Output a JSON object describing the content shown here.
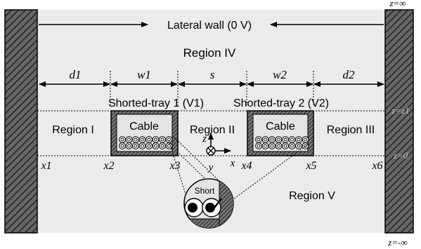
{
  "diagram": {
    "lateral_wall_label": "Lateral wall (0 V)",
    "region_i": "Region I",
    "region_ii": "Region II",
    "region_iii": "Region III",
    "region_iv": "Region IV",
    "region_v": "Region V",
    "tray1_label": "Shorted-tray 1 (V1)",
    "tray2_label": "Shorted-tray 2 (V2)",
    "cable1_label": "Cable",
    "cable2_label": "Cable",
    "short_label": "Short",
    "dim_d1": "d1",
    "dim_w1": "w1",
    "dim_s": "s",
    "dim_w2": "w2",
    "dim_d2": "d2",
    "x1": "x1",
    "x2": "x2",
    "x3": "x3",
    "x4": "x4",
    "x5": "x5",
    "x6": "x6",
    "axis_z": "z",
    "axis_x": "x",
    "axis_y": "y",
    "z_inf_top": "z=∞",
    "z_z1": "z=z1",
    "z_zero": "z=0",
    "z_neg_inf": "z=-∞"
  },
  "colors": {
    "background": "#ebebeb",
    "tray_fill": "#e4e4e4",
    "stroke": "#000000",
    "z_label_gray": "#bdbdbd"
  }
}
